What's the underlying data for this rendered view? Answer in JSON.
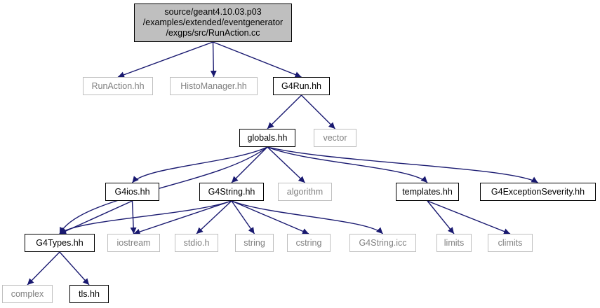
{
  "graph": {
    "colors": {
      "edge": "#191970",
      "root_fill": "#bfbfbf",
      "missing_border": "#bfbfbf",
      "missing_text": "#808080",
      "solid_border": "#000000"
    },
    "nodes": [
      {
        "id": "root",
        "kind": "root",
        "lines": [
          "source/geant4.10.03.p03",
          "/examples/extended/eventgenerator",
          "/exgps/src/RunAction.cc"
        ]
      },
      {
        "id": "runaction-hh",
        "kind": "missing",
        "lines": [
          "RunAction.hh"
        ]
      },
      {
        "id": "histomanager-hh",
        "kind": "missing",
        "lines": [
          "HistoManager.hh"
        ]
      },
      {
        "id": "g4run-hh",
        "kind": "solid",
        "lines": [
          "G4Run.hh"
        ]
      },
      {
        "id": "globals-hh",
        "kind": "solid",
        "lines": [
          "globals.hh"
        ]
      },
      {
        "id": "vector",
        "kind": "missing",
        "lines": [
          "vector"
        ]
      },
      {
        "id": "g4ios-hh",
        "kind": "solid",
        "lines": [
          "G4ios.hh"
        ]
      },
      {
        "id": "g4string-hh",
        "kind": "solid",
        "lines": [
          "G4String.hh"
        ]
      },
      {
        "id": "algorithm",
        "kind": "missing",
        "lines": [
          "algorithm"
        ]
      },
      {
        "id": "templates-hh",
        "kind": "solid",
        "lines": [
          "templates.hh"
        ]
      },
      {
        "id": "g4exceptionseverity-hh",
        "kind": "solid",
        "lines": [
          "G4ExceptionSeverity.hh"
        ]
      },
      {
        "id": "g4types-hh",
        "kind": "solid",
        "lines": [
          "G4Types.hh"
        ]
      },
      {
        "id": "iostream",
        "kind": "missing",
        "lines": [
          "iostream"
        ]
      },
      {
        "id": "stdio-h",
        "kind": "missing",
        "lines": [
          "stdio.h"
        ]
      },
      {
        "id": "string",
        "kind": "missing",
        "lines": [
          "string"
        ]
      },
      {
        "id": "cstring",
        "kind": "missing",
        "lines": [
          "cstring"
        ]
      },
      {
        "id": "g4string-icc",
        "kind": "missing",
        "lines": [
          "G4String.icc"
        ]
      },
      {
        "id": "limits",
        "kind": "missing",
        "lines": [
          "limits"
        ]
      },
      {
        "id": "climits",
        "kind": "missing",
        "lines": [
          "climits"
        ]
      },
      {
        "id": "complex",
        "kind": "missing",
        "lines": [
          "complex"
        ]
      },
      {
        "id": "tls-hh",
        "kind": "solid",
        "lines": [
          "tls.hh"
        ]
      }
    ],
    "edges": [
      [
        "root",
        "runaction-hh"
      ],
      [
        "root",
        "histomanager-hh"
      ],
      [
        "root",
        "g4run-hh"
      ],
      [
        "g4run-hh",
        "globals-hh"
      ],
      [
        "g4run-hh",
        "vector"
      ],
      [
        "globals-hh",
        "g4types-hh"
      ],
      [
        "globals-hh",
        "g4ios-hh"
      ],
      [
        "globals-hh",
        "g4string-hh"
      ],
      [
        "globals-hh",
        "algorithm"
      ],
      [
        "globals-hh",
        "templates-hh"
      ],
      [
        "globals-hh",
        "g4exceptionseverity-hh"
      ],
      [
        "g4ios-hh",
        "g4types-hh"
      ],
      [
        "g4ios-hh",
        "iostream"
      ],
      [
        "g4string-hh",
        "g4types-hh"
      ],
      [
        "g4string-hh",
        "iostream"
      ],
      [
        "g4string-hh",
        "stdio-h"
      ],
      [
        "g4string-hh",
        "string"
      ],
      [
        "g4string-hh",
        "cstring"
      ],
      [
        "g4string-hh",
        "g4string-icc"
      ],
      [
        "templates-hh",
        "limits"
      ],
      [
        "templates-hh",
        "climits"
      ],
      [
        "g4types-hh",
        "complex"
      ],
      [
        "g4types-hh",
        "tls-hh"
      ]
    ]
  }
}
